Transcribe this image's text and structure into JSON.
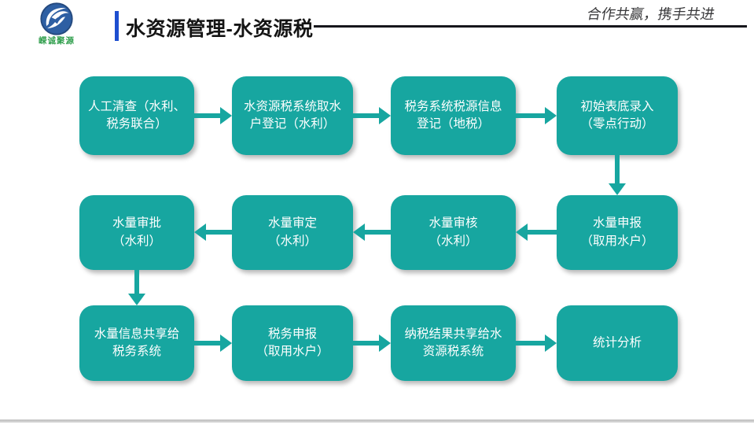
{
  "header": {
    "logo_text": "嵘诚聚源",
    "title": "水资源管理-水资源税",
    "slogan": "合作共赢，携手共进"
  },
  "colors": {
    "box": "#17a6a0",
    "arrow": "#17a6a0",
    "accent_bar": "#1d4ed0",
    "header_line": "#16161c",
    "title_text": "#141414",
    "slogan_text": "#39393b",
    "box_text": "#ffffff",
    "logo_blue": "#2e5fa3",
    "logo_ring": "#24497e",
    "logo_text_green": "#2f9e4c",
    "bottom_band": "#bdbdbd"
  },
  "flow": {
    "rows": [
      {
        "direction": "left-to-right",
        "boxes": [
          {
            "lines": [
              "人工清查（水利、",
              "税务联合）"
            ]
          },
          {
            "lines": [
              "水资源税系统取水",
              "户登记（水利）"
            ]
          },
          {
            "lines": [
              "税务系统税源信息",
              "登记（地税）"
            ]
          },
          {
            "lines": [
              "初始表底录入",
              "（零点行动）"
            ]
          }
        ]
      },
      {
        "direction": "right-to-left",
        "boxes": [
          {
            "lines": [
              "水量审批",
              "（水利）"
            ]
          },
          {
            "lines": [
              "水量审定",
              "（水利）"
            ]
          },
          {
            "lines": [
              "水量审核",
              "（水利）"
            ]
          },
          {
            "lines": [
              "水量申报",
              "（取用水户）"
            ]
          }
        ]
      },
      {
        "direction": "left-to-right",
        "boxes": [
          {
            "lines": [
              "水量信息共享给",
              "税务系统"
            ]
          },
          {
            "lines": [
              "税务申报",
              "（取用水户）"
            ]
          },
          {
            "lines": [
              "纳税结果共享给水",
              "资源税系统"
            ]
          },
          {
            "lines": [
              "统计分析"
            ]
          }
        ]
      }
    ]
  }
}
